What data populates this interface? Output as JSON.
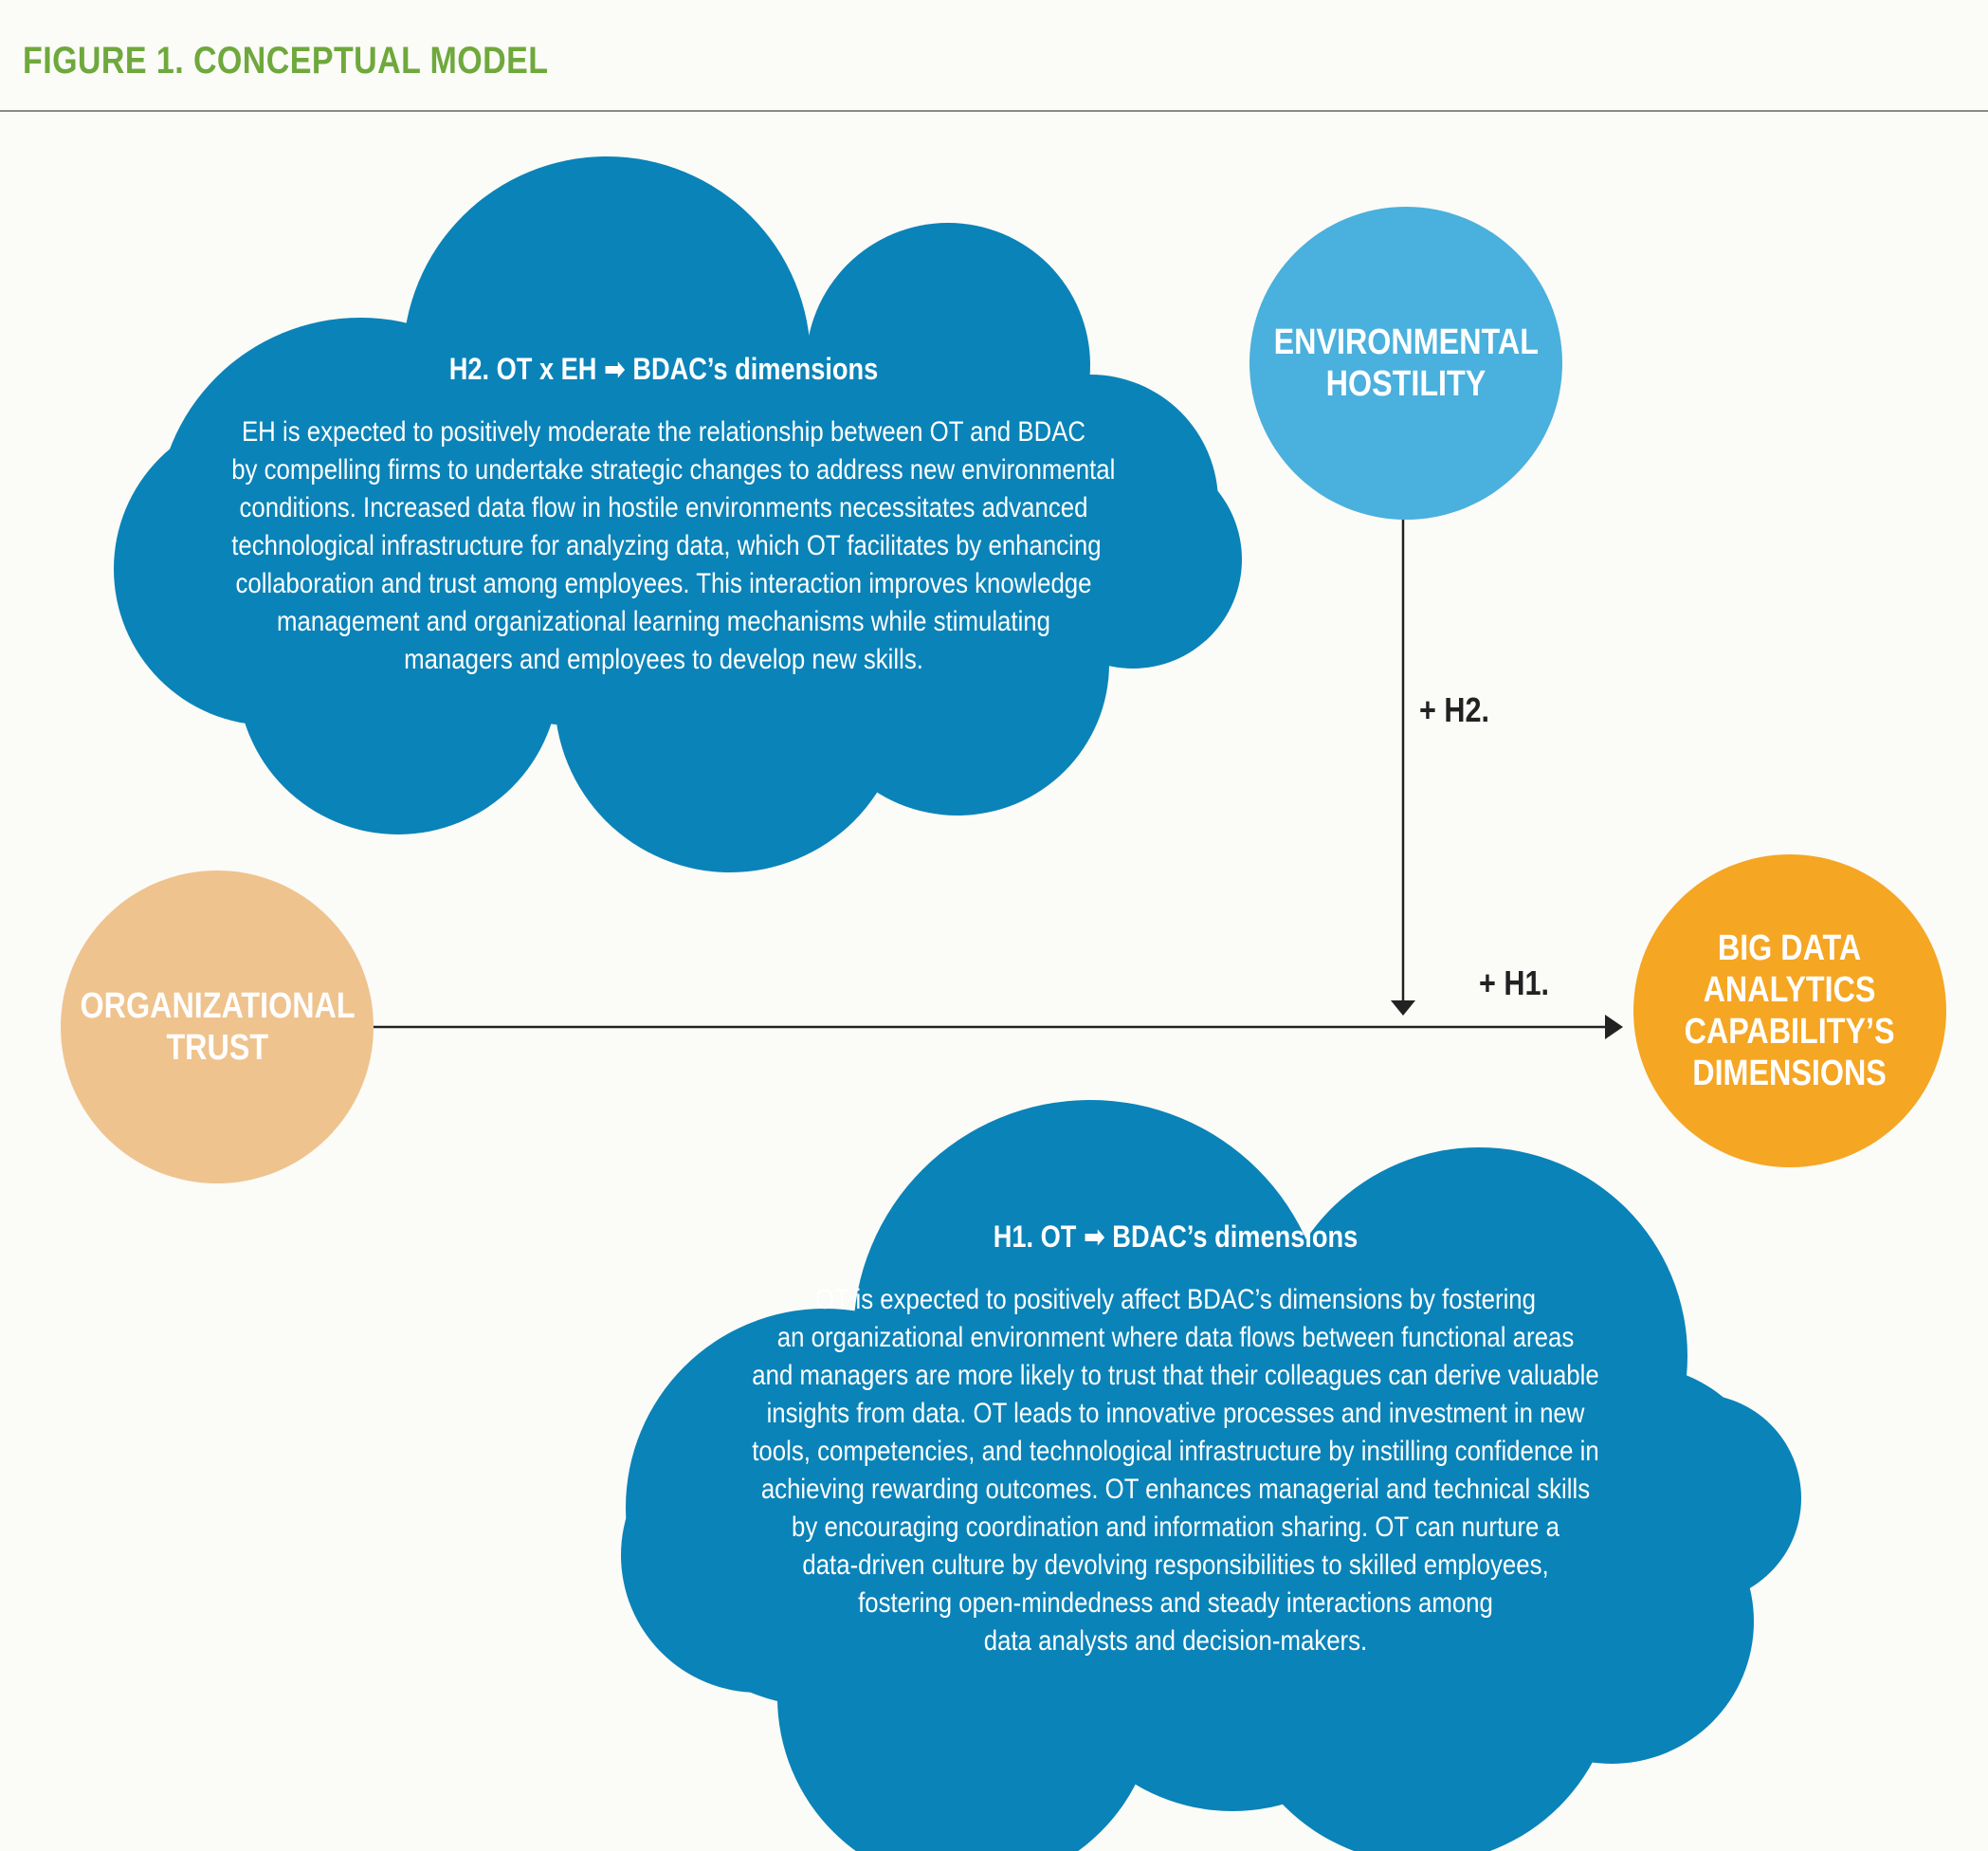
{
  "figure_title": "FIGURE 1. CONCEPTUAL MODEL",
  "colors": {
    "title_green": "#6fa83c",
    "cloud_blue": "#0a83b8",
    "hostility_blue": "#4ab0dd",
    "trust_tan": "#efc38e",
    "bdac_orange": "#f5a623",
    "line": "#222222"
  },
  "nodes": {
    "environmental_hostility": "ENVIRONMENTAL HOSTILITY",
    "organizational_trust": "ORGANIZATIONAL TRUST",
    "bdac": "BIG DATA ANALYTICS CAPABILITY’S DIMENSIONS"
  },
  "edges": {
    "h1": "+ H1.",
    "h2": "+ H2."
  },
  "clouds": {
    "h2": {
      "title": "H2. OT x EH  ➡ BDAC’s dimensions",
      "lines": [
        "EH is expected to positively moderate the relationship between OT and BDAC",
        "by compelling firms to undertake strategic changes to address new environmental",
        "conditions. Increased data flow in hostile environments necessitates advanced",
        "technological infrastructure for analyzing data, which OT facilitates by enhancing",
        "collaboration and trust among employees. This interaction improves knowledge",
        "management and organizational learning mechanisms while stimulating",
        "managers and employees to develop new skills."
      ]
    },
    "h1": {
      "title": "H1. OT ➡ BDAC’s dimensions",
      "lines": [
        "OT is expected to positively affect BDAC’s dimensions by fostering",
        "an organizational environment where data flows between functional areas",
        "and managers are more likely to trust that their colleagues can derive valuable",
        "insights from data. OT leads to innovative processes and investment in new",
        "tools, competencies, and technological infrastructure by instilling confidence in",
        "achieving rewarding outcomes. OT enhances managerial and technical skills",
        "by encouraging coordination and information sharing. OT can nurture a",
        "data-driven culture by devolving responsibilities to skilled employees,",
        "fostering open-mindedness and steady interactions among",
        "data analysts and decision-makers."
      ]
    }
  }
}
